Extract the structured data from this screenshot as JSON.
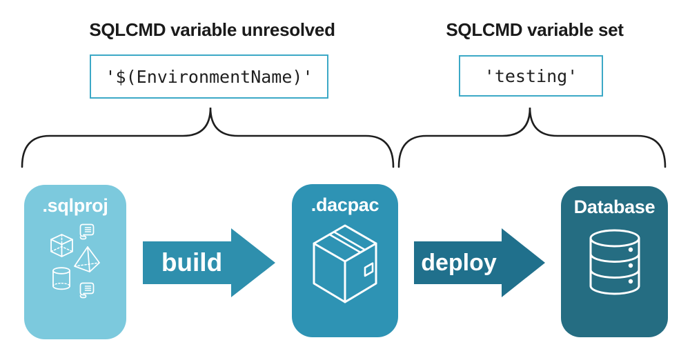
{
  "annotations": {
    "left": {
      "heading": "SQLCMD variable unresolved",
      "code": "'$(EnvironmentName)'"
    },
    "right": {
      "heading": "SQLCMD variable set",
      "code": "'testing'"
    }
  },
  "pipeline": {
    "source": {
      "label": ".sqlproj",
      "icons": [
        "scroll-icon",
        "cube-icon",
        "pyramid-icon",
        "cylinder-icon",
        "scroll-icon"
      ]
    },
    "build": {
      "label": "build"
    },
    "artifact": {
      "label": ".dacpac",
      "icon": "package-icon"
    },
    "deploy": {
      "label": "deploy"
    },
    "target": {
      "label": "Database",
      "icon": "database-icon"
    }
  },
  "colors": {
    "sqlproj_fill": "#7CC9DD",
    "dacpac_fill": "#2E93B4",
    "database_fill": "#256D82",
    "build_arrow_fill": "#2E8FAD",
    "deploy_arrow_fill": "#20708C",
    "code_box_border": "#3BA8C6",
    "brace_stroke": "#1E1E1E",
    "text_dark": "#1A1A1A",
    "icon_stroke": "#FFFFFF"
  }
}
